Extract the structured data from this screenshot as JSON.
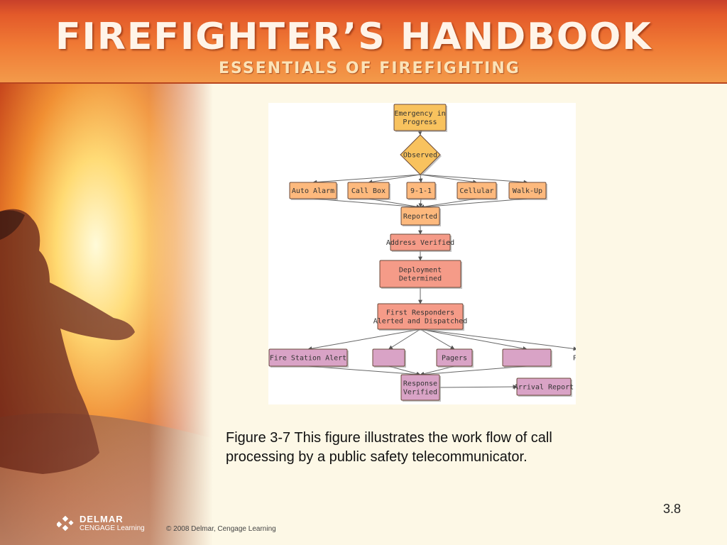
{
  "header": {
    "title": "FIREFIGHTER’S HANDBOOK",
    "subtitle": "ESSENTIALS OF FIREFIGHTING"
  },
  "flowchart": {
    "nodes": {
      "emergency": [
        "Emergency in",
        "Progress"
      ],
      "observed": [
        "Observed"
      ],
      "auto_alarm": [
        "Auto Alarm"
      ],
      "call_box": [
        "Call Box"
      ],
      "nine_one_one": [
        "9-1-1"
      ],
      "cellular": [
        "Cellular"
      ],
      "walk_up": [
        "Walk-Up"
      ],
      "reported": [
        "Reported"
      ],
      "address_verified": [
        "Address Verified"
      ],
      "deployment": [
        "Deployment",
        "Determined"
      ],
      "first_responders": [
        "First Responders",
        "Alerted and Dispatched"
      ],
      "fire_station_alert": [
        "Fire Station Alert"
      ],
      "blank_1": [
        ""
      ],
      "pagers": [
        "Pagers"
      ],
      "blank_2": [
        ""
      ],
      "pr_partial": [
        "Pr"
      ],
      "response_verified": [
        "Response",
        "Verified"
      ],
      "arrival_report": [
        "Arrival Report"
      ]
    },
    "colors": {
      "orange_fill": "#fdb97d",
      "gold_fill": "#f8c25e",
      "salmon_fill": "#f59b88",
      "pink_fill": "#d9a3c6",
      "border": "#6b4a3a"
    }
  },
  "caption": {
    "line1": "Figure 3-7  This figure illustrates the work flow of call",
    "line2": "processing by a public safety telecommunicator."
  },
  "slide_number": "3.8",
  "footer": {
    "logo_line1": "DELMAR",
    "logo_line2": "CENGAGE Learning",
    "copyright": "© 2008  Delmar, Cengage Learning"
  }
}
